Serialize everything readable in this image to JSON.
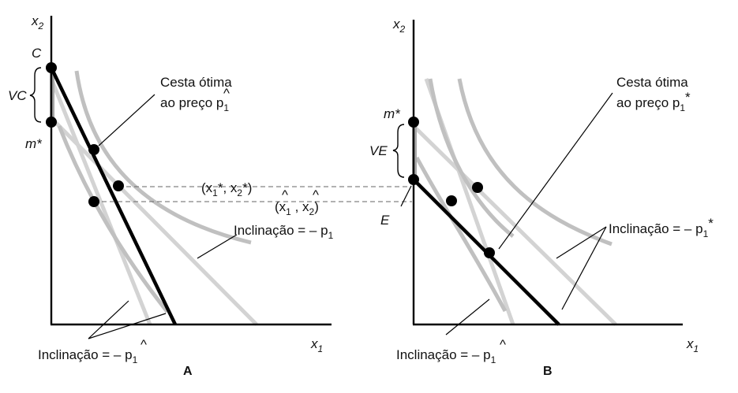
{
  "panel_a": {
    "x_axis_label": "x",
    "x_axis_sub": "1",
    "y_axis_label": "x",
    "y_axis_sub": "2",
    "label_c": "C",
    "label_vc": "VC",
    "label_m_star": "m*",
    "callout_line1": "Cesta ótima",
    "callout_line2": "ao preço p",
    "callout_sub": "1",
    "callout_hat": "^",
    "point_star": "(x",
    "point_star_sub1": "1",
    "point_star_mid": "*, x",
    "point_star_sub2": "2",
    "point_star_end": "*)",
    "point_hat": "(x",
    "point_hat_sub1": "1",
    "point_hat_mid": " , x",
    "point_hat_sub2": "2",
    "point_hat_end": ")",
    "slope_label": "Inclinação = – p",
    "slope_sub": "1",
    "slope_hat_label": "Inclinação = – p",
    "slope_hat_sub": "1",
    "panel_letter": "A"
  },
  "panel_b": {
    "x_axis_label": "x",
    "x_axis_sub": "1",
    "y_axis_label": "x",
    "y_axis_sub": "2",
    "label_m_star": "m*",
    "label_ve": "VE",
    "label_e": "E",
    "callout_line1": "Cesta ótima",
    "callout_line2": "ao preço p",
    "callout_sub": "1",
    "callout_star": "*",
    "slope_label": "Inclinação = – p",
    "slope_sub": "1",
    "slope_star": "*",
    "slope_hat_label": "Inclinação = – p",
    "slope_hat_sub": "1",
    "panel_letter": "B"
  },
  "colors": {
    "budget_line": "#000000",
    "indifference_curve": "#c0c0c0",
    "light_line": "#d3d3d3",
    "dashed_line": "#666666"
  }
}
